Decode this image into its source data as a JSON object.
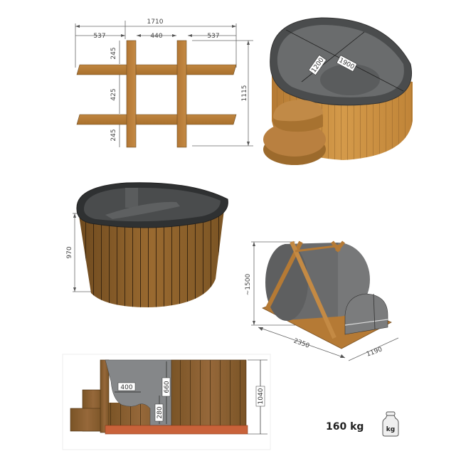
{
  "colors": {
    "wood_light": "#c98d3c",
    "wood_mid": "#b07530",
    "wood_dark": "#7a5426",
    "wood_brown": "#8a5f2c",
    "tub_grey": "#555758",
    "tub_dark": "#3f4142",
    "cargo_grey": "#6d6e70",
    "dim_line": "#666666",
    "base_red": "#c9623a"
  },
  "frame_top_view": {
    "overall_width": "1710",
    "left_offset": "537",
    "center_gap": "440",
    "right_offset": "537",
    "top_spacing": "245",
    "middle_spacing": "425",
    "bottom_spacing": "245",
    "overall_depth": "1115"
  },
  "tub_top_view": {
    "width_label": "1200",
    "length_label": "1900"
  },
  "tub_side_view": {
    "height_label": "970"
  },
  "packaging_view": {
    "height_label": "~1500",
    "length_label": "2350",
    "width_label": "1190"
  },
  "section_view": {
    "seat_depth_label": "400",
    "seat_height_label": "660",
    "footwell_label": "280",
    "total_height_label": "1040"
  },
  "weight": {
    "value": "160 kg",
    "icon_label": "kg"
  }
}
